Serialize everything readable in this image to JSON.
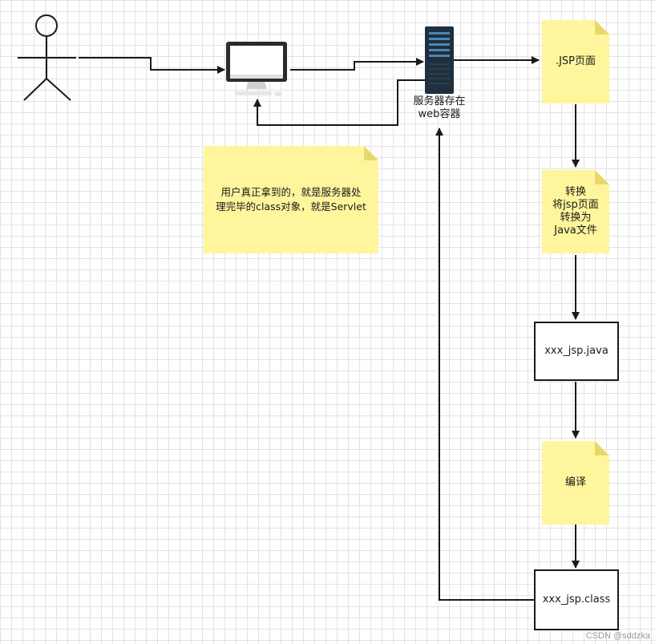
{
  "nodes": {
    "server_label_1": "服务器存在",
    "server_label_2": "web容器",
    "jsp_page": ".JSP页面",
    "convert_1": "转换",
    "convert_2": "将jsp页面",
    "convert_3": "转换为",
    "convert_4": "Java文件",
    "java_file": "xxx_jsp.java",
    "compile": "编译",
    "class_file": "xxx_jsp.class"
  },
  "note": {
    "line1": "用户真正拿到的，就是服务器处",
    "line2": "理完毕的class对象，就是Servlet"
  },
  "watermark": "CSDN @sddzka",
  "colors": {
    "note_fill": "#fff59d",
    "line": "#1a1a1a",
    "server_dark": "#1f2f3d",
    "server_light": "#4d86b3"
  }
}
